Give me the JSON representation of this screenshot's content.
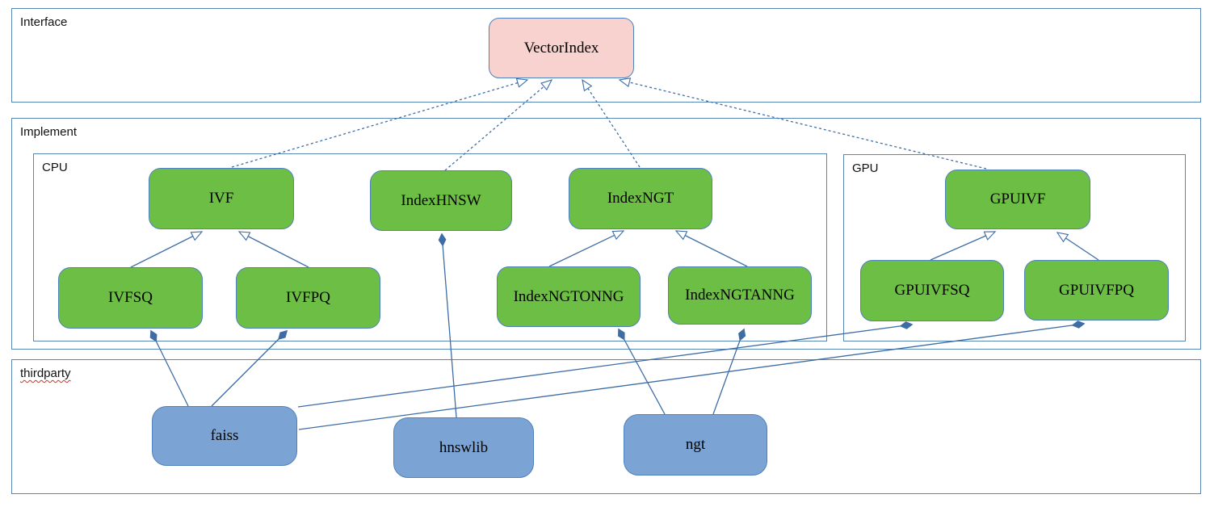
{
  "diagram": {
    "sections": {
      "interface": {
        "label": "Interface"
      },
      "implement": {
        "label": "Implement"
      },
      "cpu": {
        "label": "CPU"
      },
      "gpu": {
        "label": "GPU"
      },
      "thirdparty": {
        "label": "thirdparty",
        "spellcheck_underline": true
      }
    },
    "nodes": {
      "vectorindex": {
        "label": "VectorIndex",
        "kind": "interface"
      },
      "ivf": {
        "label": "IVF",
        "kind": "cpu-class"
      },
      "indexhnsw": {
        "label": "IndexHNSW",
        "kind": "cpu-class"
      },
      "indexngt": {
        "label": "IndexNGT",
        "kind": "cpu-class"
      },
      "ivfsq": {
        "label": "IVFSQ",
        "kind": "cpu-class"
      },
      "ivfpq": {
        "label": "IVFPQ",
        "kind": "cpu-class"
      },
      "indexngtonng": {
        "label": "IndexNGTONNG",
        "kind": "cpu-class"
      },
      "indexngtanng": {
        "label": "IndexNGTANNG",
        "kind": "cpu-class"
      },
      "gpuivf": {
        "label": "GPUIVF",
        "kind": "gpu-class"
      },
      "gpuivfsq": {
        "label": "GPUIVFSQ",
        "kind": "gpu-class"
      },
      "gpuivfpq": {
        "label": "GPUIVFPQ",
        "kind": "gpu-class"
      },
      "faiss": {
        "label": "faiss",
        "kind": "thirdparty-lib"
      },
      "hnswlib": {
        "label": "hnswlib",
        "kind": "thirdparty-lib"
      },
      "ngt": {
        "label": "ngt",
        "kind": "thirdparty-lib"
      }
    },
    "edges": [
      {
        "type": "realization",
        "from": "IVF",
        "to": "VectorIndex"
      },
      {
        "type": "realization",
        "from": "IndexHNSW",
        "to": "VectorIndex"
      },
      {
        "type": "realization",
        "from": "IndexNGT",
        "to": "VectorIndex"
      },
      {
        "type": "realization",
        "from": "GPUIVF",
        "to": "VectorIndex"
      },
      {
        "type": "generalization",
        "from": "IVFSQ",
        "to": "IVF"
      },
      {
        "type": "generalization",
        "from": "IVFPQ",
        "to": "IVF"
      },
      {
        "type": "generalization",
        "from": "IndexNGTONNG",
        "to": "IndexNGT"
      },
      {
        "type": "generalization",
        "from": "IndexNGTANNG",
        "to": "IndexNGT"
      },
      {
        "type": "generalization",
        "from": "GPUIVFSQ",
        "to": "GPUIVF"
      },
      {
        "type": "generalization",
        "from": "GPUIVFPQ",
        "to": "GPUIVF"
      },
      {
        "type": "composition",
        "owner": "IVFSQ",
        "component": "faiss"
      },
      {
        "type": "composition",
        "owner": "IVFPQ",
        "component": "faiss"
      },
      {
        "type": "composition",
        "owner": "GPUIVFSQ",
        "component": "faiss"
      },
      {
        "type": "composition",
        "owner": "GPUIVFPQ",
        "component": "faiss"
      },
      {
        "type": "composition",
        "owner": "IndexHNSW",
        "component": "hnswlib"
      },
      {
        "type": "composition",
        "owner": "IndexNGTONNG",
        "component": "ngt"
      },
      {
        "type": "composition",
        "owner": "IndexNGTANNG",
        "component": "ngt"
      }
    ],
    "colors": {
      "green-node": "#6cbe45",
      "pink-node": "#f8d2cf",
      "blue-node": "#7ba4d4",
      "node-border": "#4f81bd",
      "section-border": "#5b87b7",
      "connector": "#3e6da5",
      "spellcheck-red": "#e02b20"
    }
  }
}
